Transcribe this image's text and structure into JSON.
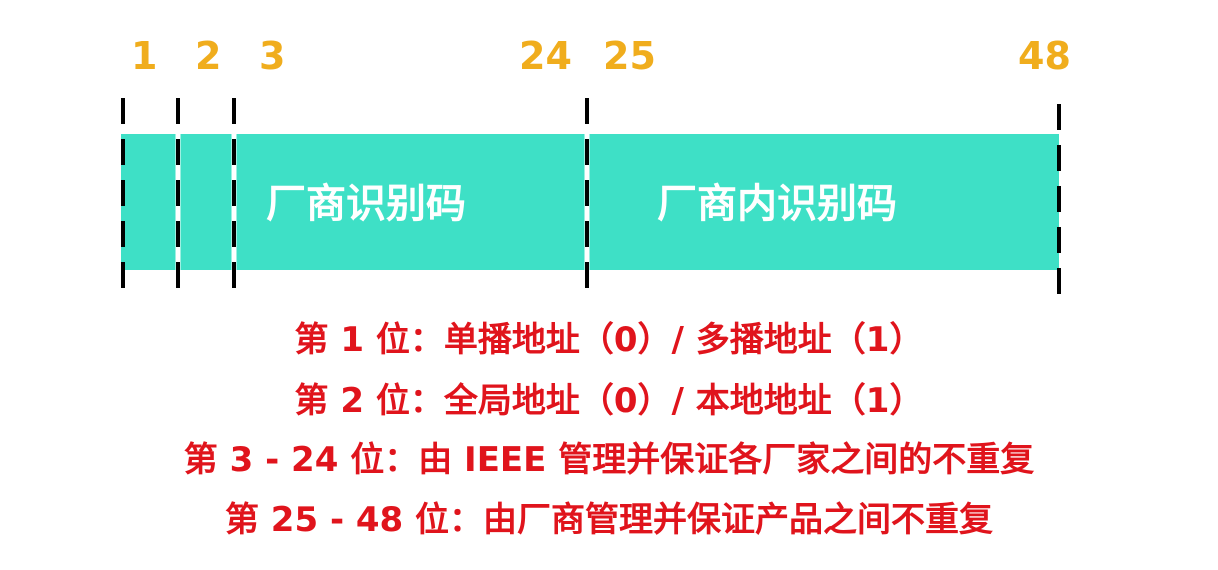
{
  "bit_numbers": [
    "1",
    "2",
    "3",
    "24",
    "25",
    "48"
  ],
  "segments": {
    "oui": {
      "label": "厂商识别码"
    },
    "nic": {
      "label": "厂商内识别码"
    }
  },
  "descriptions": [
    "第 1 位：单播地址（0）/ 多播地址（1）",
    "第 2 位：全局地址（0）/ 本地地址（1）",
    "第 3 - 24 位：由 IEEE 管理并保证各厂家之间的不重复",
    "第 25 - 48 位：由厂商管理并保证产品之间不重复"
  ],
  "colors": {
    "bar": "#3ee0c6",
    "numbers": "#f0ad1d",
    "description": "#e0141c",
    "segment_text": "#ffffff",
    "divider": "#000000"
  }
}
